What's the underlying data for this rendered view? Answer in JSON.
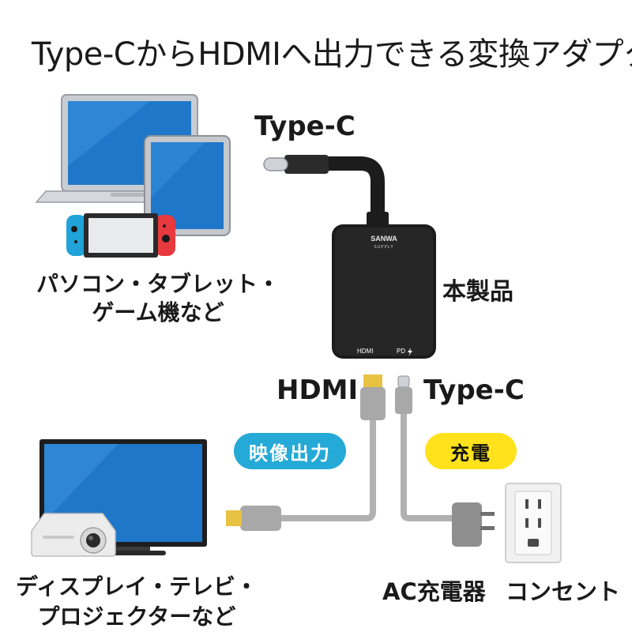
{
  "title": "Type-CからHDMIへ出力できる変換アダプタ",
  "labels": {
    "typec_top": "Type-C",
    "product": "本製品",
    "devices_line1": "パソコン・タブレット・",
    "devices_line2": "ゲーム機など",
    "hdmi": "HDMI",
    "typec_bottom": "Type-C",
    "display_line1": "ディスプレイ・テレビ・",
    "display_line2": "プロジェクターなど",
    "charger": "AC充電器",
    "outlet": "コンセント"
  },
  "badges": {
    "video_output": "映像出力",
    "charging": "充電"
  },
  "device": {
    "brand_line1": "SANWA",
    "brand_line2": "SUPPLY",
    "port_hdmi": "HDMI",
    "port_pd": "PD"
  },
  "colors": {
    "video_badge": "#25a9d6",
    "charge_badge": "#ffe21c",
    "cable": "#a8a8a8",
    "hdmi_connector": "#e8c242",
    "adapter_body": "#1c1c1c",
    "screen_blue": "#1f77c9"
  }
}
